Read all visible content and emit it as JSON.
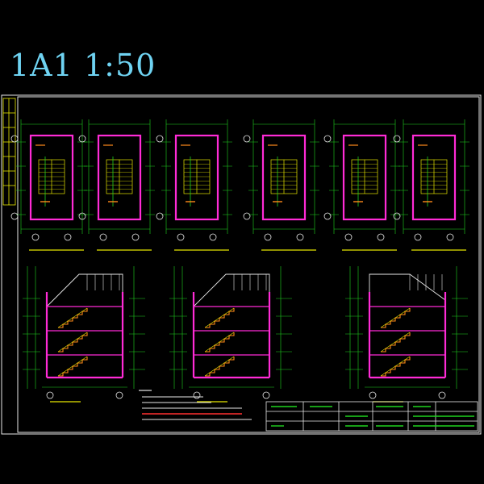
{
  "header": {
    "sheet_id": "1A1",
    "scale": "1:50"
  },
  "colors": {
    "background": "#000000",
    "title_cyan": "#6fd3f2",
    "frame_white": "#e8e8e8",
    "wall_magenta": "#ff2bd6",
    "dimension_green": "#1fd41f",
    "stair_yellow": "#e6e600",
    "hatch_orange": "#ff8a1a",
    "note_red": "#ff3030"
  },
  "plans": [
    {
      "id": "plan-1"
    },
    {
      "id": "plan-2"
    },
    {
      "id": "plan-3"
    },
    {
      "id": "plan-4"
    },
    {
      "id": "plan-5"
    },
    {
      "id": "plan-6"
    }
  ],
  "sections": [
    {
      "id": "section-1"
    },
    {
      "id": "section-2"
    },
    {
      "id": "section-3"
    }
  ]
}
